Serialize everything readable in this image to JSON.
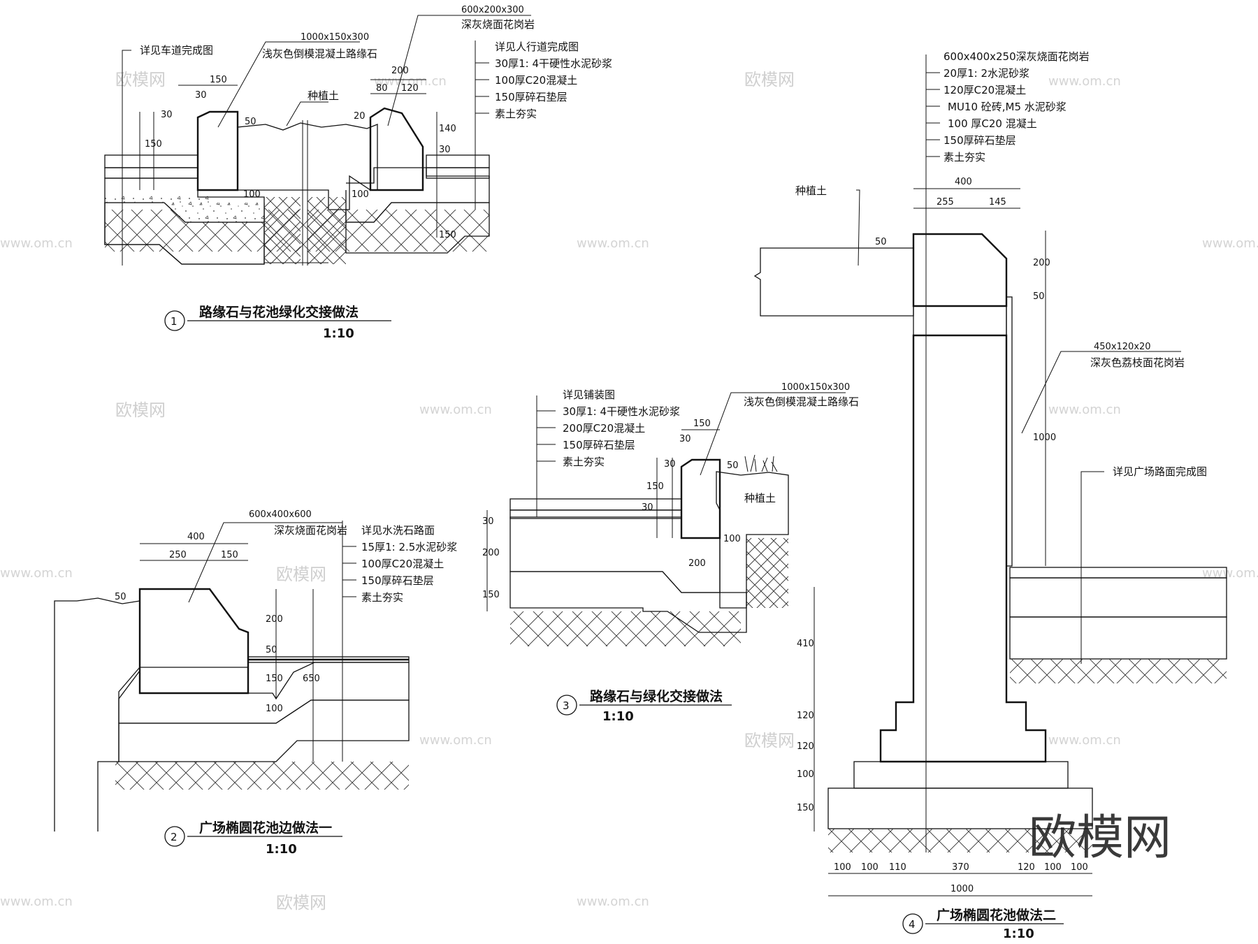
{
  "watermark": {
    "brand": "欧模网",
    "url": "www.om.cn"
  },
  "detail1": {
    "number": "1",
    "title": "路缘石与花池绿化交接做法",
    "scale": "1:10",
    "labels": {
      "road_ref": "详见车道完成图",
      "curb_size": "1000x150x300",
      "curb_name": "浅灰色倒模混凝土路缘石",
      "cap_size": "600x200x300",
      "cap_name": "深灰烧面花岗岩",
      "walk_ref": "详见人行道完成图",
      "mortar": "30厚1: 4干硬性水泥砂浆",
      "concrete": "100厚C20混凝土",
      "gravel": "150厚碎石垫层",
      "soil_compact": "素土夯实",
      "planting_soil": "种植土"
    },
    "dims": {
      "d150a": "150",
      "d30a": "30",
      "d200": "200",
      "d80": "80",
      "d120": "120",
      "d30b": "30",
      "d150b": "150",
      "d100a": "100",
      "d100b": "100",
      "d50": "50",
      "d20": "20",
      "d140": "140",
      "d30c": "30",
      "d150c": "150"
    }
  },
  "detail2": {
    "number": "2",
    "title": "广场椭圆花池边做法一",
    "scale": "1:10",
    "labels": {
      "cap_size": "600x400x600",
      "cap_name": "深灰烧面花岗岩",
      "surface_ref": "详见水洗石路面",
      "mortar": "15厚1: 2.5水泥砂浆",
      "concrete": "100厚C20混凝土",
      "gravel": "150厚碎石垫层",
      "soil_compact": "素土夯实"
    },
    "dims": {
      "d400": "400",
      "d250": "250",
      "d150": "150",
      "d50a": "50",
      "d200": "200",
      "d50b": "50",
      "d150b": "150",
      "d650": "650",
      "d100": "100"
    }
  },
  "detail3": {
    "number": "3",
    "title": "路缘石与绿化交接做法",
    "scale": "1:10",
    "labels": {
      "paving_ref": "详见铺装图",
      "mortar": "30厚1: 4干硬性水泥砂浆",
      "concrete": "200厚C20混凝土",
      "gravel": "150厚碎石垫层",
      "soil_compact": "素土夯实",
      "curb_size": "1000x150x300",
      "curb_name": "浅灰色倒模混凝土路缘石",
      "planting_soil": "种植土"
    },
    "dims": {
      "d150a": "150",
      "d30a": "30",
      "d30b": "30",
      "d150b": "150",
      "d50": "50",
      "d30c": "30",
      "d200a": "200",
      "d150c": "150",
      "d100": "100",
      "d200b": "200",
      "d30d": "30"
    }
  },
  "detail4": {
    "number": "4",
    "title": "广场椭圆花池做法二",
    "scale": "1:10",
    "labels": {
      "cap": "600x400x250深灰烧面花岗岩",
      "mortar": "20厚1: 2水泥砂浆",
      "concrete120": "120厚C20混凝土",
      "brick": "MU10  砼砖,M5 水泥砂浆",
      "concrete100": "100 厚C20 混凝土",
      "gravel": "150厚碎石垫层",
      "soil_compact": "素土夯实",
      "planting_soil": "种植土",
      "veneer_size": "450x120x20",
      "veneer_name": "深灰色荔枝面花岗岩",
      "plaza_ref": "详见广场路面完成图"
    },
    "dims": {
      "top400": "400",
      "top255": "255",
      "top145": "145",
      "r50a": "50",
      "r200": "200",
      "r50b": "50",
      "r1000": "1000",
      "l410": "410",
      "l120a": "120",
      "l120b": "120",
      "l100": "100",
      "l150": "150",
      "b100a": "100",
      "b100b": "100",
      "b110": "110",
      "b370": "370",
      "b120": "120",
      "b100c": "100",
      "b100d": "100",
      "total1000": "1000"
    }
  }
}
